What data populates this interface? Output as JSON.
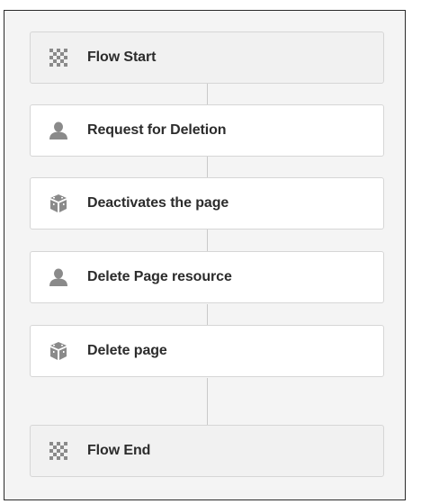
{
  "workflow": {
    "steps": [
      {
        "label": "Flow Start",
        "icon": "flow-node-icon",
        "kind": "terminal"
      },
      {
        "label": "Request for Deletion",
        "icon": "person-icon",
        "kind": "participant"
      },
      {
        "label": "Deactivates the page",
        "icon": "process-box-icon",
        "kind": "process"
      },
      {
        "label": "Delete Page resource",
        "icon": "person-icon",
        "kind": "participant"
      },
      {
        "label": "Delete page",
        "icon": "process-box-icon",
        "kind": "process"
      },
      {
        "label": "Flow End",
        "icon": "flow-node-icon",
        "kind": "terminal"
      }
    ]
  },
  "colors": {
    "terminal_bg": "#f1f1f1",
    "step_bg": "#ffffff",
    "icon": "#8a8a8a",
    "connector": "#c9c9c9"
  }
}
